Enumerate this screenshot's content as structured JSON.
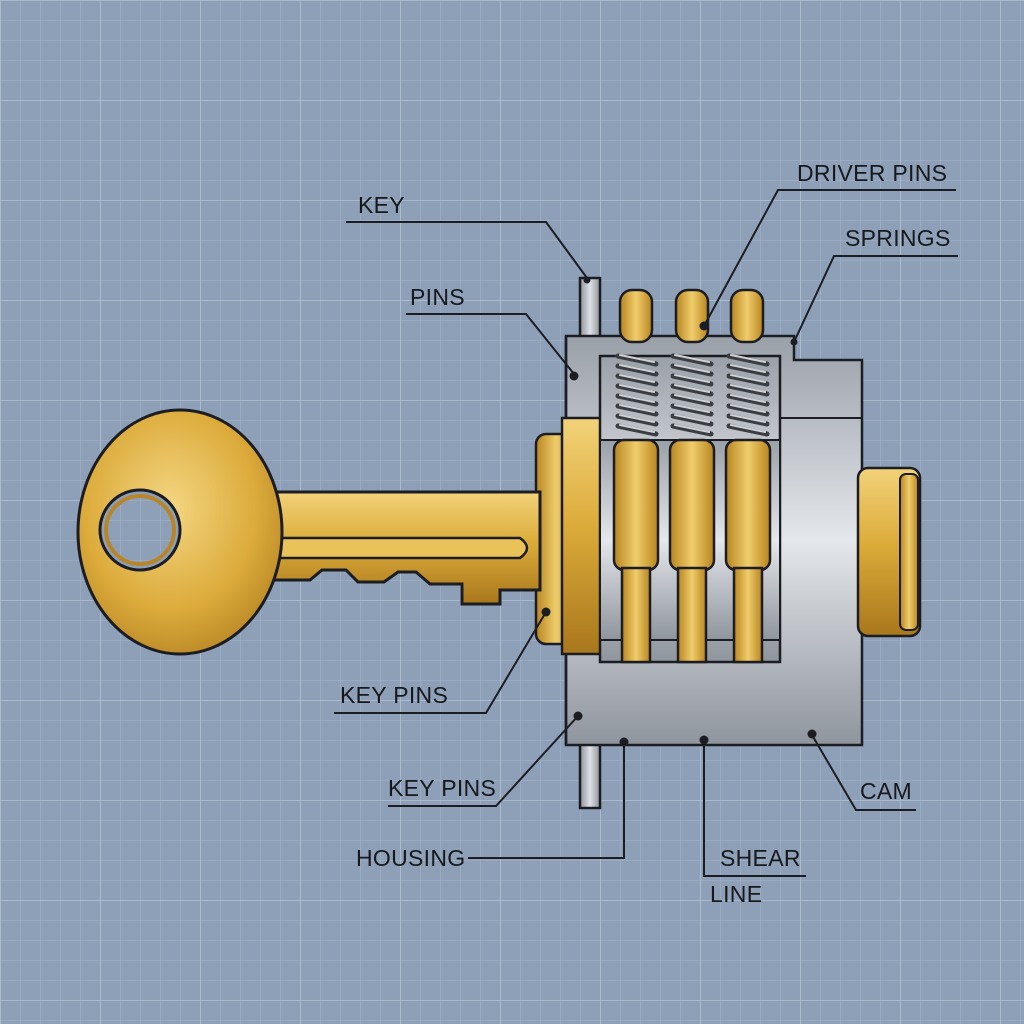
{
  "colors": {
    "background": "#8ea0b8",
    "grid": "#a8b6ca",
    "brass": "#d9a935",
    "steel": "#b7bcc4",
    "outline": "#1b1d22"
  },
  "labels": {
    "key": "KEY",
    "pins": "PINS",
    "driver_pins": "DRIVER PINS",
    "springs": "SPRINGS",
    "key_pins_upper": "KEY PINS",
    "key_pins_lower": "KEY PINS",
    "housing": "HOUSING",
    "shear_line_1": "SHEAR",
    "shear_line_2": "LINE",
    "cam": "CAM"
  }
}
